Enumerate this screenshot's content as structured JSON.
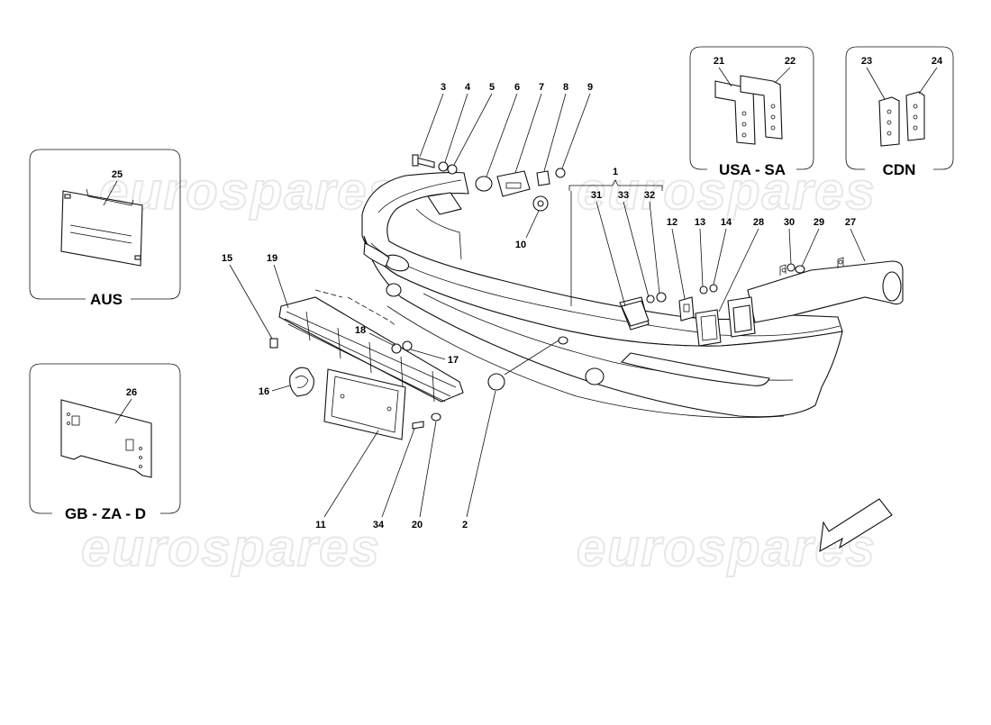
{
  "watermark": {
    "text": "eurospares"
  },
  "insets": [
    {
      "id": "aus",
      "label": "AUS",
      "parts": [
        "25"
      ]
    },
    {
      "id": "gb",
      "label": "GB - ZA - D",
      "parts": [
        "26"
      ]
    },
    {
      "id": "usa",
      "label": "USA - SA",
      "parts": [
        "21",
        "22"
      ]
    },
    {
      "id": "cdn",
      "label": "CDN",
      "parts": [
        "23",
        "24"
      ]
    }
  ],
  "callouts": {
    "p1": "1",
    "p2": "2",
    "p3": "3",
    "p4": "4",
    "p5": "5",
    "p6": "6",
    "p7": "7",
    "p8": "8",
    "p9": "9",
    "p10": "10",
    "p11": "11",
    "p12": "12",
    "p13": "13",
    "p14": "14",
    "p15": "15",
    "p16": "16",
    "p17": "17",
    "p18": "18",
    "p19": "19",
    "p20": "20",
    "p21": "21",
    "p22": "22",
    "p23": "23",
    "p24": "24",
    "p25": "25",
    "p26": "26",
    "p27": "27",
    "p28": "28",
    "p29": "29",
    "p30": "30",
    "p31": "31",
    "p32": "32",
    "p33": "33",
    "p34": "34"
  },
  "icons": {
    "direction_arrow": "direction-arrow-icon"
  }
}
